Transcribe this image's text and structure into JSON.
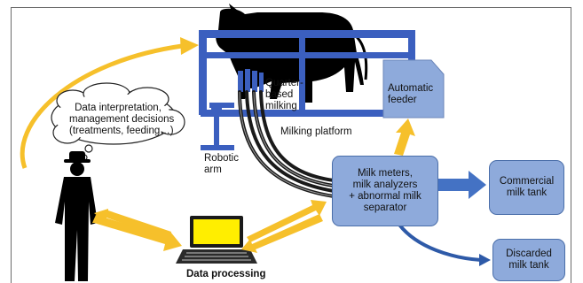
{
  "labels": {
    "thought_line1": "Data interpretation,",
    "thought_line2": "management decisions",
    "thought_line3": "(treatments, feeding…)",
    "quarter_line1": "Quarter-",
    "quarter_line2": "based",
    "quarter_line3": "milking",
    "auto_feeder_line1": "Automatic",
    "auto_feeder_line2": "feeder",
    "milking_platform": "Milking platform",
    "robotic_arm_line1": "Robotic",
    "robotic_arm_line2": "arm",
    "data_processing": "Data processing"
  },
  "boxes": {
    "milk_meters_line1": "Milk meters,",
    "milk_meters_line2": "milk analyzers",
    "milk_meters_line3": "+ abnormal milk",
    "milk_meters_line4": "separator",
    "commercial_line1": "Commercial",
    "commercial_line2": "milk tank",
    "discarded_line1": "Discarded",
    "discarded_line2": "milk tank"
  },
  "colors": {
    "yellow_arrow": "#f6c02b",
    "blue_arrow": "#4472c4",
    "stall_frame": "#3b5fbf",
    "box_fill": "#8eaadb",
    "box_border": "#4a6ea9",
    "laptop_screen": "#ffee00"
  }
}
